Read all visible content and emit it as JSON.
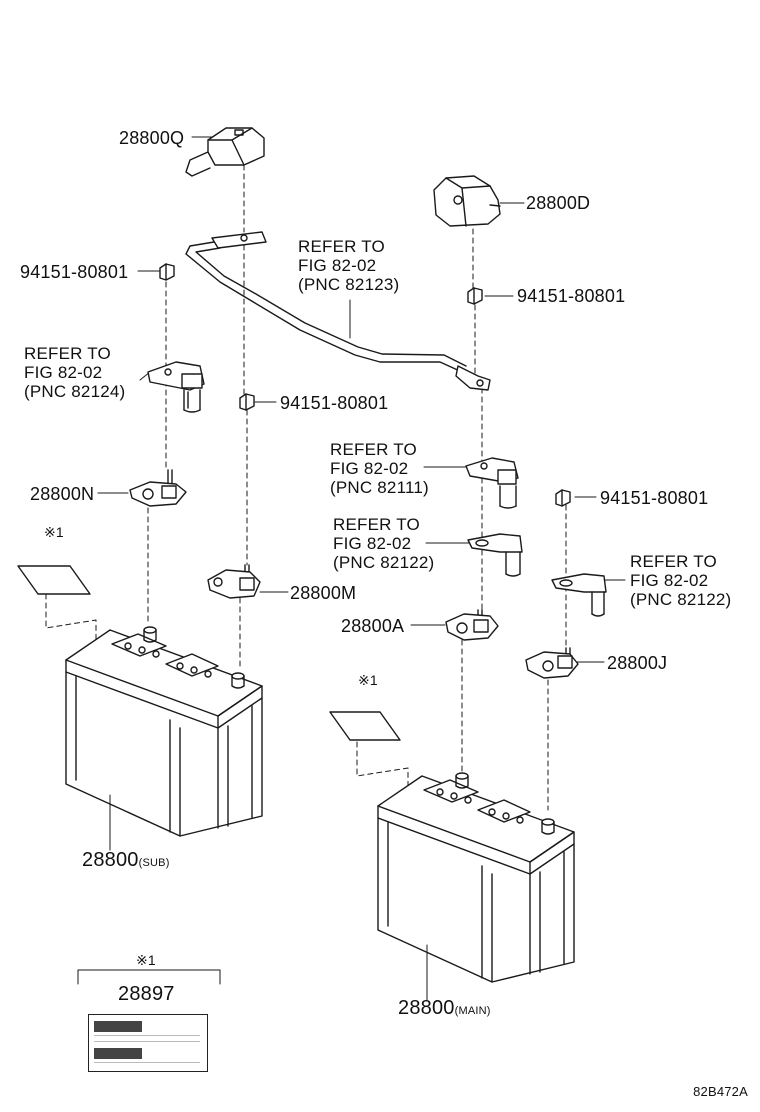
{
  "parts": {
    "p28800Q": "28800Q",
    "p28800D": "28800D",
    "p28800N": "28800N",
    "p28800M": "28800M",
    "p28800A": "28800A",
    "p28800J": "28800J",
    "nut_a": "94151-80801",
    "nut_b": "94151-80801",
    "nut_c": "94151-80801",
    "nut_d": "94151-80801",
    "battery_sub_no": "28800",
    "battery_sub_suffix": "(SUB)",
    "battery_main_no": "28800",
    "battery_main_suffix": "(MAIN)",
    "label_no": "28897"
  },
  "refs": {
    "r82123": {
      "l1": "REFER TO",
      "l2": "FIG 82-02",
      "l3": "(PNC 82123)"
    },
    "r82124": {
      "l1": "REFER TO",
      "l2": "FIG 82-02",
      "l3": "(PNC 82124)"
    },
    "r82111": {
      "l1": "REFER TO",
      "l2": "FIG 82-02",
      "l3": "(PNC 82111)"
    },
    "r82122a": {
      "l1": "REFER TO",
      "l2": "FIG 82-02",
      "l3": "(PNC 82122)"
    },
    "r82122b": {
      "l1": "REFER TO",
      "l2": "FIG 82-02",
      "l3": "(PNC 82122)"
    }
  },
  "notes": {
    "mark1": "※1",
    "mark2": "※1",
    "mark3": "※1"
  },
  "figure_code": "82B472A",
  "colors": {
    "line": "#1a1a1a",
    "background": "#ffffff"
  }
}
